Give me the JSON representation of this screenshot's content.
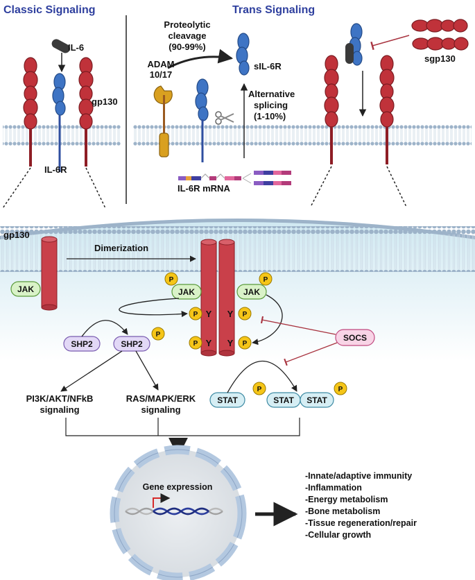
{
  "headers": {
    "classic": "Classic Signaling",
    "trans": "Trans Signaling"
  },
  "classic": {
    "il6": "IL-6",
    "gp130": "gp130",
    "il6r": "IL-6R"
  },
  "trans": {
    "cleavage": [
      "Proteolytic",
      "cleavage",
      "(90-99%)"
    ],
    "adam": [
      "ADAM",
      "10/17"
    ],
    "sil6r": "sIL-6R",
    "splicing": [
      "Alternative",
      "splicing",
      "(1-10%)"
    ],
    "mrna": "IL-6R mRNA",
    "sgp130": "sgp130"
  },
  "membrane": {
    "gp130": "gp130",
    "dimerization": "Dimerization"
  },
  "molecules": {
    "jak": "JAK",
    "shp2": "SHP2",
    "socs": "SOCS",
    "stat": "STAT",
    "p": "P",
    "y": "Y"
  },
  "pathways": {
    "pi3k": [
      "PI3K/AKT/NFkB",
      "signaling"
    ],
    "ras": [
      "RAS/MAPK/ERK",
      "signaling"
    ]
  },
  "nucleus": {
    "gene_expression": "Gene expression"
  },
  "outcomes": [
    "-Innate/adaptive immunity",
    "-Inflammation",
    "-Energy metabolism",
    "-Bone metabolism",
    "-Tissue regeneration/repair",
    "-Cellular growth"
  ],
  "colors": {
    "header": "#2e3f9e",
    "receptor_red": "#c0323a",
    "receptor_blue": "#3e74c4",
    "phospho_yellow": "#f5c518",
    "jak_green": "#d9f2c8",
    "shp2_purple": "#e2d8f6",
    "socs_pink": "#f8d4e6",
    "stat_blue": "#d6eef4",
    "adam_gold": "#d9a020"
  }
}
